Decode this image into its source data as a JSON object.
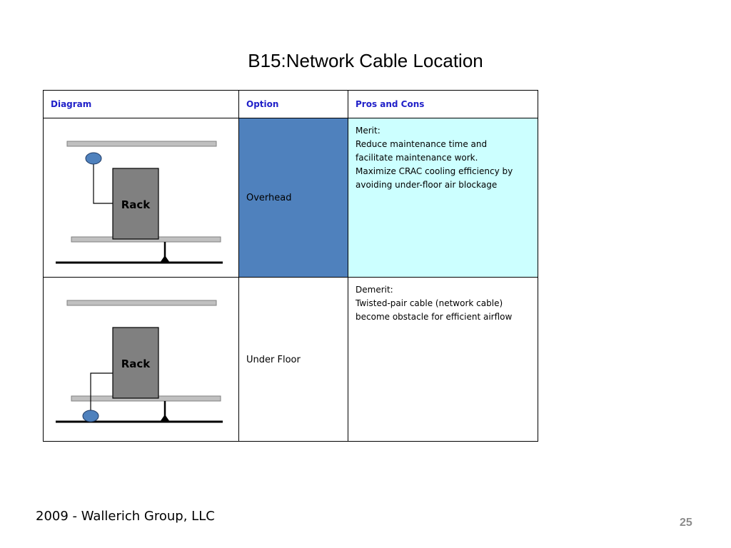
{
  "slide": {
    "title": "B15:Network Cable Location",
    "footer": "2009 - Wallerich Group, LLC",
    "page_number": "25"
  },
  "table": {
    "headers": {
      "diagram": "Diagram",
      "option": "Option",
      "pros_cons": "Pros and Cons"
    },
    "rows": [
      {
        "rack_label": "Rack",
        "option": "Overhead",
        "pros_cons": [
          "Merit:",
          "Reduce maintenance time and",
          "facilitate maintenance work.",
          "Maximize CRAC cooling efficiency by",
          "avoiding under-floor air blockage"
        ]
      },
      {
        "rack_label": "Rack",
        "option": "Under Floor",
        "pros_cons": [
          "Demerit:",
          "Twisted-pair cable (network cable)",
          "become obstacle for efficient airflow"
        ]
      }
    ]
  },
  "colors": {
    "header_text": "#1f1fc8",
    "overhead_cell": "#4f81bd",
    "merit_cell": "#ccffff",
    "cable_node": "#4f81bd",
    "rack": "#808080",
    "bar": "#c0c0c0",
    "page_number": "#8c8c8c"
  }
}
